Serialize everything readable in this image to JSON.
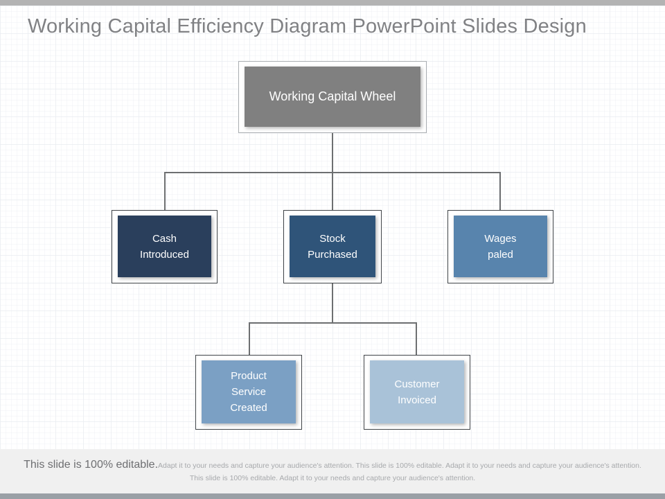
{
  "slide": {
    "title": "Working Capital Efficiency Diagram PowerPoint Slides Design",
    "title_color": "#808184",
    "background": "#ffffff"
  },
  "diagram": {
    "type": "org-chart",
    "connector_color": "#6d6f71",
    "nodes": [
      {
        "id": "root",
        "label": "Working Capital Wheel",
        "fill": "#808080",
        "text_color": "#ffffff",
        "level": 0
      },
      {
        "id": "cash-introduced",
        "label": "Cash\nIntroduced",
        "fill": "#2a3f5c",
        "text_color": "#ffffff",
        "level": 1
      },
      {
        "id": "stock-purchased",
        "label": "Stock\nPurchased",
        "fill": "#2f5479",
        "text_color": "#ffffff",
        "level": 1
      },
      {
        "id": "wages-paled",
        "label": "Wages\npaled",
        "fill": "#5884ad",
        "text_color": "#ffffff",
        "level": 1
      },
      {
        "id": "product-service-created",
        "label": "Product\nService\nCreated",
        "fill": "#7ba0c4",
        "text_color": "#ffffff",
        "level": 2
      },
      {
        "id": "customer-invoiced",
        "label": "Customer\nInvoiced",
        "fill": "#a9c2d8",
        "text_color": "#ffffff",
        "level": 2
      }
    ]
  },
  "footer": {
    "lead": "This slide is 100% editable.",
    "body": "Adapt it to your needs and capture your audience's attention. This slide is 100% editable. Adapt it to your needs and capture your audience's attention. This slide is 100% editable. Adapt it to your needs and capture your audience's attention.",
    "lead_color": "#6d6e71",
    "body_color": "#a7a9ac",
    "background": "#f0f0f0"
  }
}
